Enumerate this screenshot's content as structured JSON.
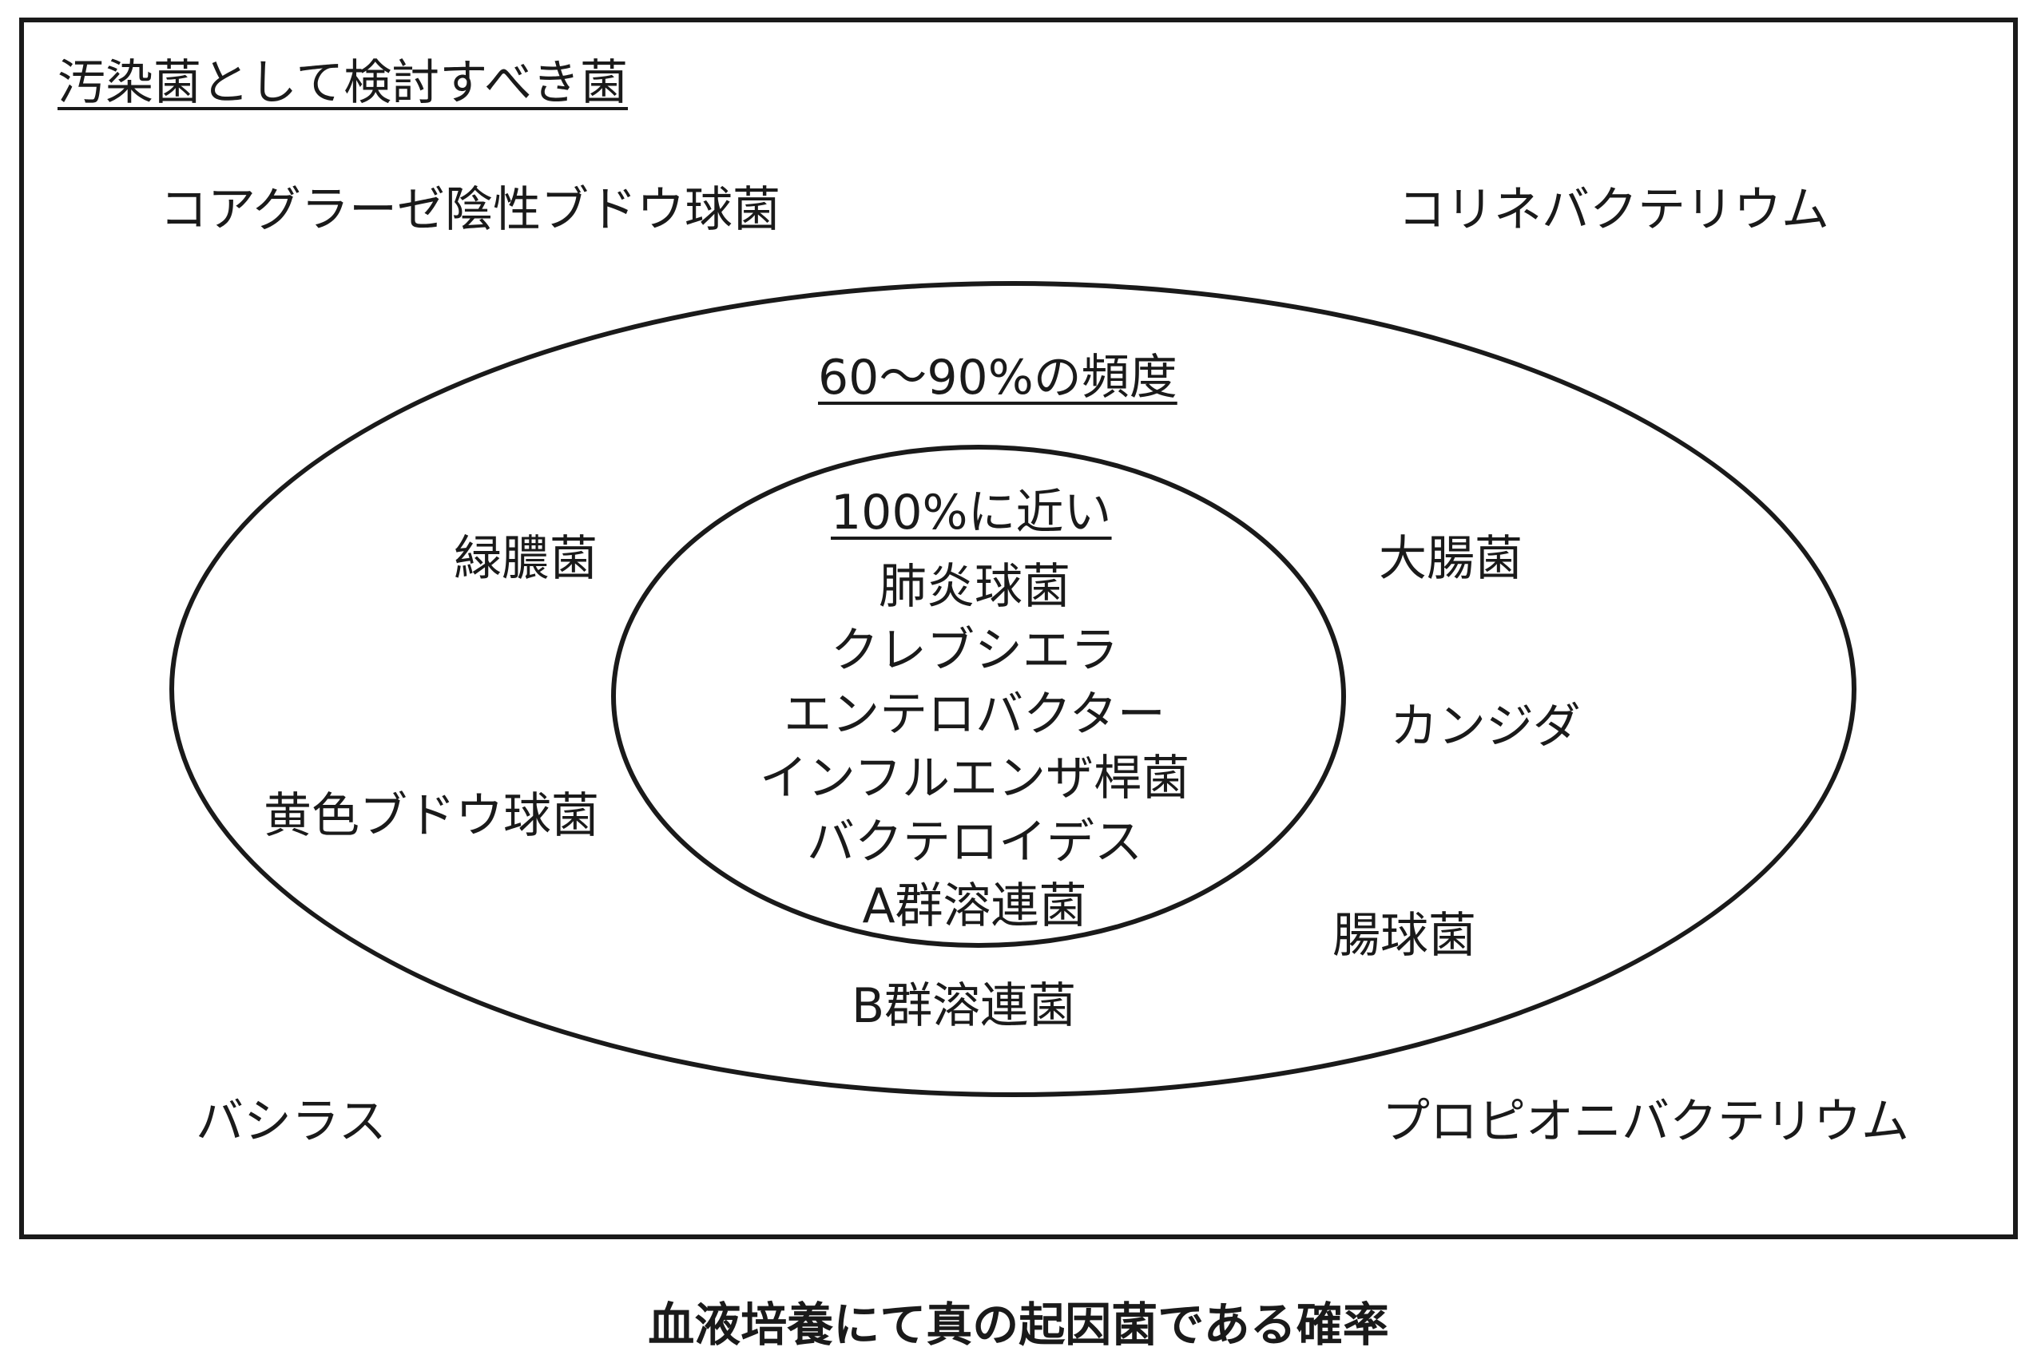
{
  "contaminant_section": {
    "title": "汚染菌として検討すべき菌",
    "organisms": {
      "top_left": "コアグラーゼ陰性ブドウ球菌",
      "top_right": "コリネバクテリウム",
      "bottom_left": "バシラス",
      "bottom_right": "プロピオニバクテリウム"
    }
  },
  "middle_section": {
    "title": "60～90%の頻度",
    "organisms": {
      "left_upper": "緑膿菌",
      "left_lower": "黄色ブドウ球菌",
      "right_upper": "大腸菌",
      "right_middle": "カンジダ",
      "right_lower": "腸球菌",
      "bottom": "B群溶連菌"
    }
  },
  "inner_section": {
    "title": "100%に近い",
    "organisms": [
      "肺炎球菌",
      "クレブシエラ",
      "エンテロバクター",
      "インフルエンザ桿菌",
      "バクテロイデス",
      "A群溶連菌"
    ]
  },
  "caption": "血液培養にて真の起因菌である確率"
}
